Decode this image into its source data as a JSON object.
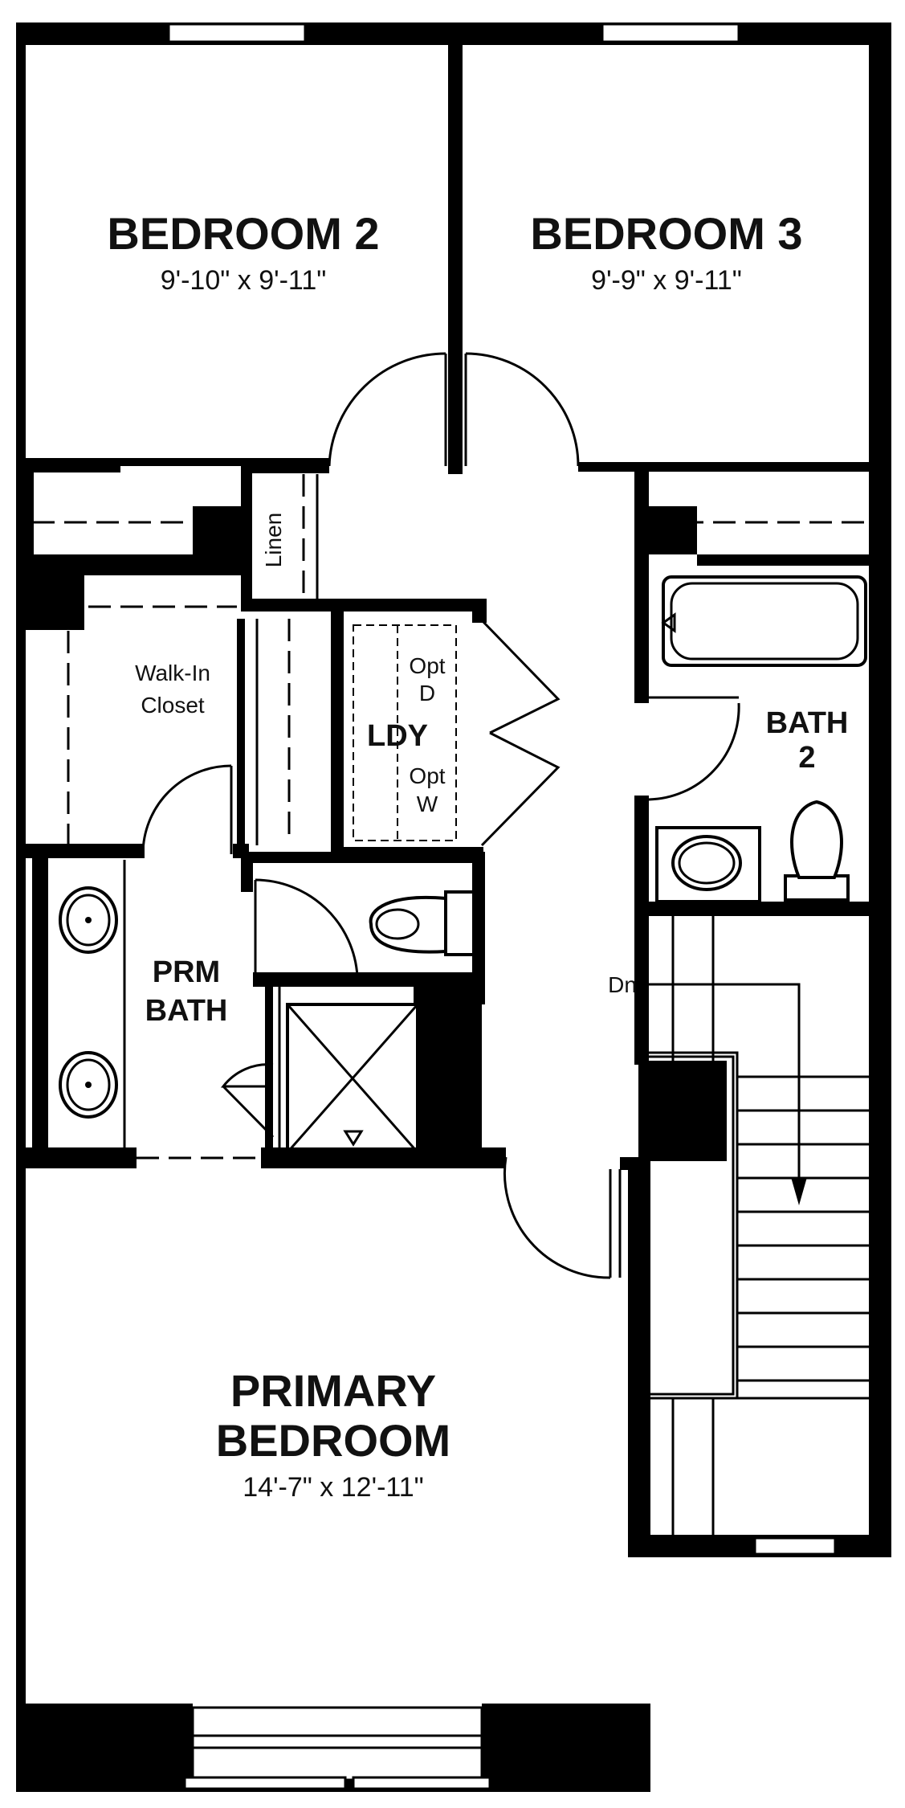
{
  "rooms": {
    "bedroom2": {
      "name": "BEDROOM 2",
      "dims": "9'-10\" x 9'-11\""
    },
    "bedroom3": {
      "name": "BEDROOM 3",
      "dims": "9'-9\" x 9'-11\""
    },
    "primary": {
      "name_line1": "PRIMARY",
      "name_line2": "BEDROOM",
      "dims": "14'-7\" x 12'-11\""
    },
    "bath2": {
      "line1": "BATH",
      "line2": "2"
    },
    "prm_bath": {
      "line1": "PRM",
      "line2": "BATH"
    },
    "walkin": {
      "line1": "Walk-In",
      "line2": "Closet"
    },
    "linen": {
      "label": "Linen"
    },
    "laundry": {
      "label": "LDY",
      "opt_top1": "Opt",
      "opt_top2": "D",
      "opt_bot1": "Opt",
      "opt_bot2": "W"
    },
    "stairs": {
      "label": "Dn"
    }
  }
}
